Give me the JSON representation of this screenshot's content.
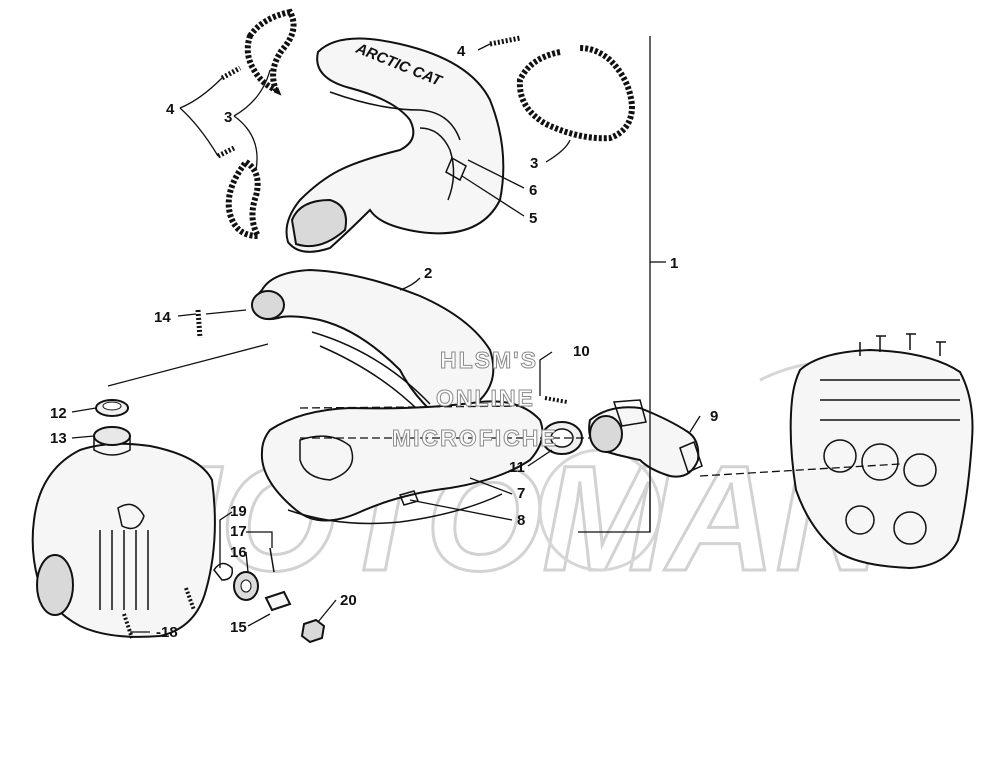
{
  "callouts": {
    "c1": "1",
    "c2": "2",
    "c3a": "3",
    "c3b": "3",
    "c4a": "4",
    "c4b": "4",
    "c5": "5",
    "c6": "6",
    "c7": "7",
    "c8": "8",
    "c9": "9",
    "c10": "10",
    "c11": "11",
    "c12": "12",
    "c13": "13",
    "c14": "14",
    "c15": "15",
    "c16": "16",
    "c17": "17",
    "c18": "-18",
    "c19": "19",
    "c20": "20"
  },
  "watermark": {
    "line1": "HLSM'S",
    "line2": "ONLINE",
    "line3": "MICROFICHE",
    "logo": "MOTOMAN"
  },
  "heat_shield_stamp": "ARCTIC CAT"
}
